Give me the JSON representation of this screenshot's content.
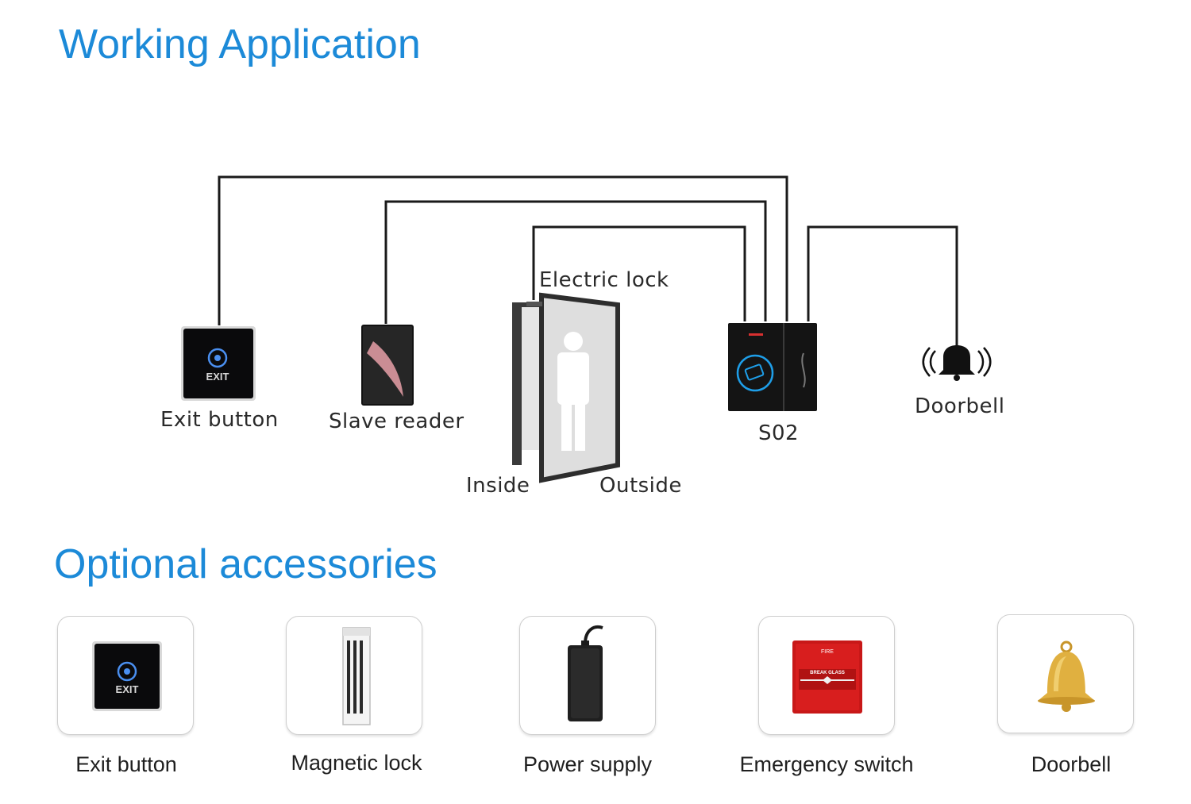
{
  "headings": {
    "working_application": "Working Application",
    "optional_accessories": "Optional accessories"
  },
  "diagram": {
    "labels": {
      "exit_button": "Exit button",
      "slave_reader": "Slave reader",
      "electric_lock": "Electric lock",
      "inside": "Inside",
      "outside": "Outside",
      "controller": "S02",
      "doorbell": "Doorbell"
    },
    "device_text": {
      "exit_plate": "EXIT"
    }
  },
  "accessories": {
    "items": [
      {
        "label": "Exit button",
        "icon": "exit-button-icon"
      },
      {
        "label": "Magnetic lock",
        "icon": "magnetic-lock-icon"
      },
      {
        "label": "Power supply",
        "icon": "power-supply-icon"
      },
      {
        "label": "Emergency switch",
        "icon": "emergency-switch-icon"
      },
      {
        "label": "Doorbell",
        "icon": "bell-icon"
      }
    ],
    "device_text": {
      "exit_plate": "EXIT",
      "emergency_top": "FIRE",
      "emergency_mid": "BREAK GLASS"
    }
  },
  "colors": {
    "heading_blue": "#1c8ad8",
    "wire": "#1a1a1a",
    "device_black": "#141414",
    "reader_accent": "#e8a0a8",
    "emergency_red": "#d81e1e",
    "bell_gold": "#e0b040"
  }
}
